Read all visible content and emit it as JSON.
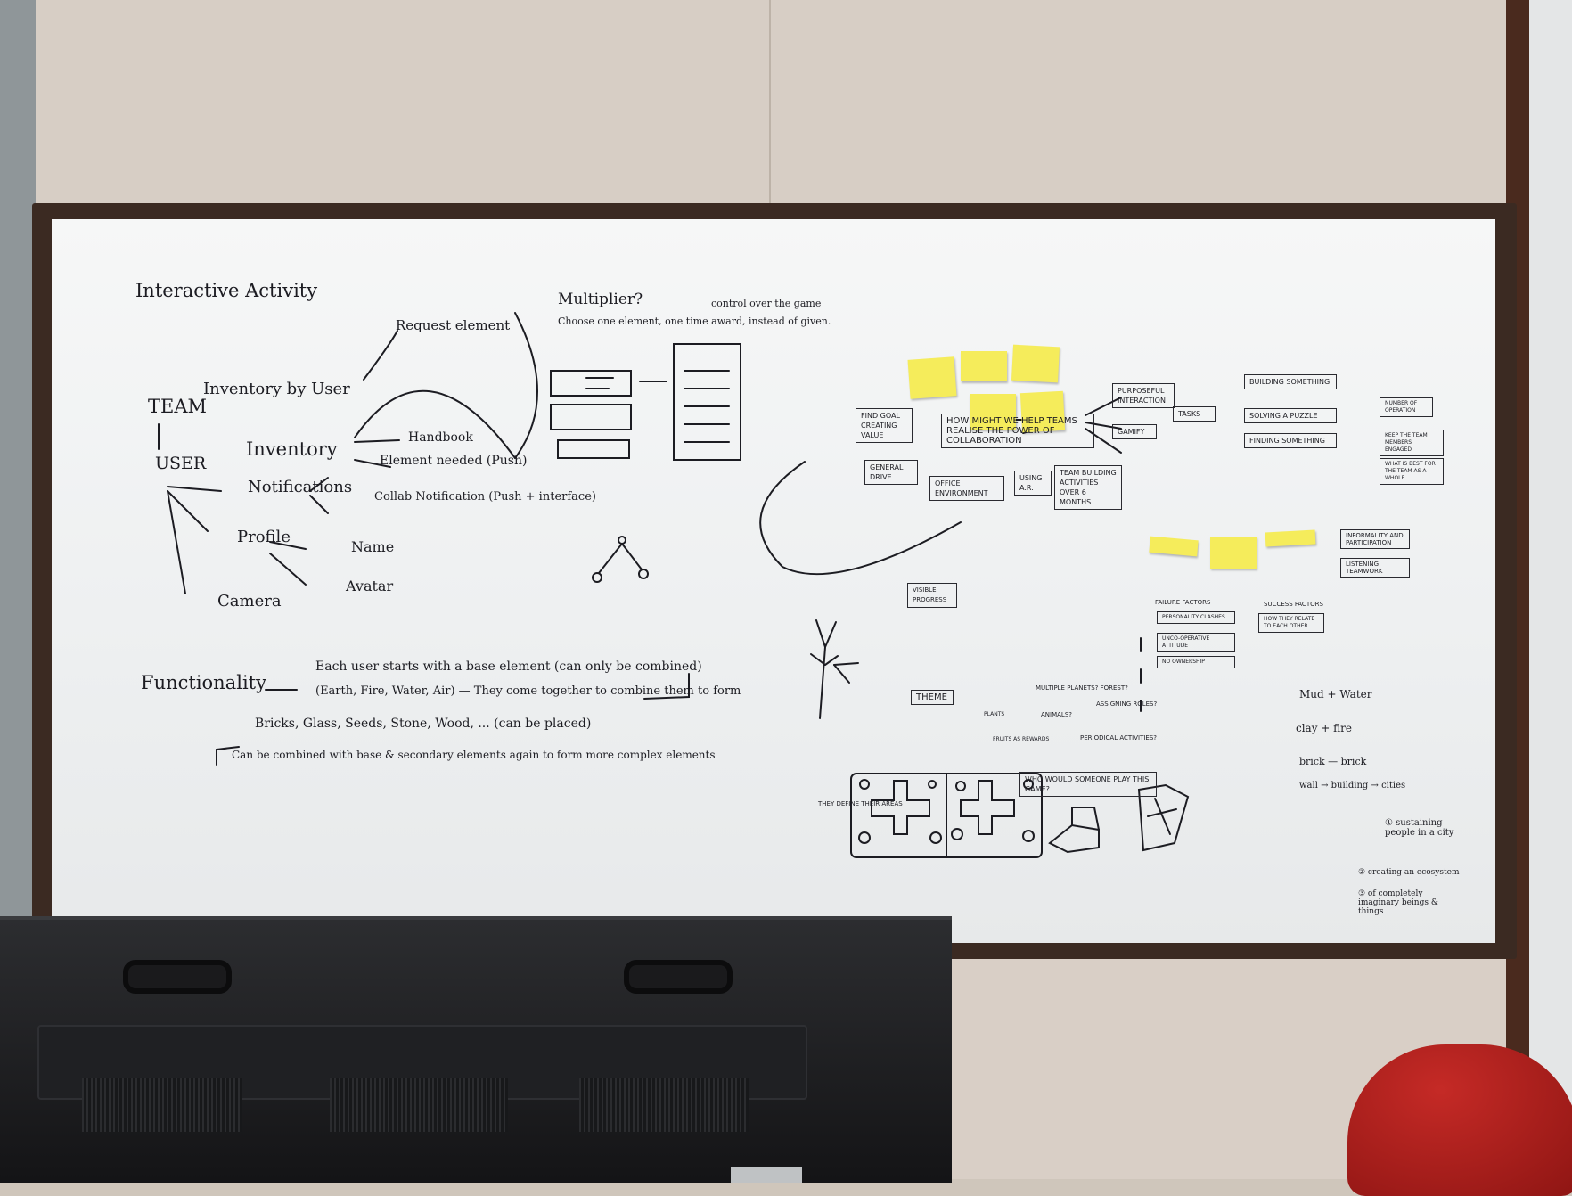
{
  "title": "Interactive Activity",
  "left_map": {
    "team": "TEAM",
    "inventory_by_user": "Inventory by User",
    "request_element": "Request element",
    "user": "USER",
    "inventory": "Inventory",
    "handbook": "Handbook",
    "element_needed": "Element needed (Push)",
    "notifications": "Notifications",
    "collab_notification": "Collab Notification (Push + interface)",
    "profile": "Profile",
    "name": "Name",
    "avatar": "Avatar",
    "camera": "Camera"
  },
  "multiplier": {
    "title": "Multiplier?",
    "note": "Choose one element, one time award, instead of given.",
    "control": "control over the game"
  },
  "functionality": {
    "label": "Functionality",
    "line1": "Each user starts with a base element (can only be combined)",
    "line2": "(Earth, Fire, Water, Air) — They come together to combine them to form",
    "line3": "Bricks, Glass, Seeds, Stone, Wood, ... (can be placed)",
    "line4": "Can be combined with base & secondary elements again to form more complex elements"
  },
  "diagram": {
    "hmw": "HOW MIGHT WE HELP TEAMS REALISE THE POWER OF COLLABORATION",
    "find_goal": "FIND GOAL CREATING VALUE",
    "general_drive": "GENERAL DRIVE",
    "office_env": "OFFICE ENVIRONMENT",
    "using_ar": "USING A.R.",
    "team_building": "TEAM BUILDING ACTIVITIES OVER 6 MONTHS",
    "visible_progress": "VISIBLE PROGRESS",
    "purposeful": "PURPOSEFUL INTERACTION",
    "gamify": "GAMIFY",
    "tasks": "TASKS",
    "building": "BUILDING SOMETHING",
    "solving": "SOLVING A PUZZLE",
    "finding": "FINDING SOMETHING",
    "number_operation": "NUMBER OF OPERATION",
    "keep_team": "KEEP THE TEAM MEMBERS ENGAGED",
    "what_best": "WHAT IS BEST FOR THE TEAM AS A WHOLE",
    "informality": "INFORMALITY AND PARTICIPATION",
    "listening": "LISTENING TEAMWORK",
    "failure": "FAILURE FACTORS",
    "personality": "PERSONALITY CLASHES",
    "uncooperative": "UNCO-OPERATIVE ATTITUDE",
    "no_ownership": "NO OWNERSHIP",
    "success": "SUCCESS FACTORS",
    "relate": "HOW THEY RELATE TO EACH OTHER"
  },
  "theme": {
    "label": "THEME",
    "q1": "MULTIPLE PLANETS? FOREST?",
    "q2": "ASSIGNING ROLES?",
    "q3": "PERIODICAL ACTIVITIES?",
    "q4": "FRUITS AS REWARDS",
    "q5": "ANIMALS?",
    "plants": "PLANTS",
    "who_play": "WHO WOULD SOMEONE PLAY THIS GAME?",
    "they_define": "THEY DEFINE THEIR AREAS"
  },
  "right_notes": {
    "chain1": "Mud + Water",
    "chain2": "clay + fire",
    "chain3": "brick — brick",
    "chain4": "wall → building → cities",
    "n1": "① sustaining people in a city",
    "n2": "② creating an ecosystem",
    "n3": "③ of completely imaginary beings & things"
  },
  "colors": {
    "board": "#f2f4f5",
    "ink": "#1c1c22",
    "sticky": "#f5ec5b",
    "chair": "#c52a26",
    "frame": "#3b2a22"
  }
}
